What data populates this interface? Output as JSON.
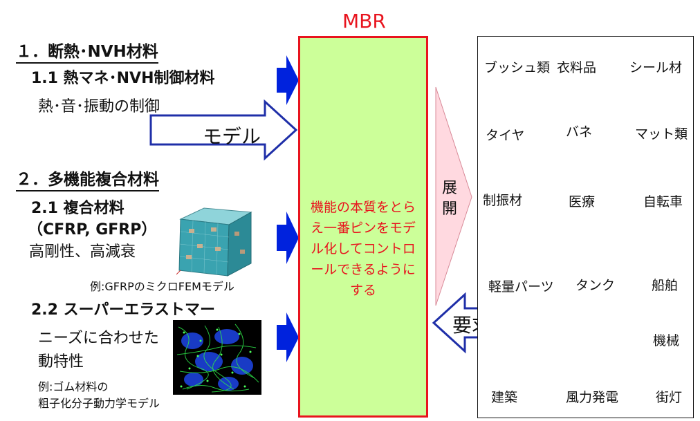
{
  "left": {
    "section1": {
      "heading": "１．断熱･NVH材料",
      "sub11_heading": "1.1 熱マネ･NVH制御材料",
      "sub11_text": "熱･音･振動の制御"
    },
    "section2": {
      "heading": "２．多機能複合材料",
      "sub21_heading": "2.1 複合材料",
      "sub21_paren": "（CFRP, GFRP）",
      "sub21_text": "高剛性、高減衰",
      "sub21_caption": "例:GFRPのミクロFEMモデル",
      "sub22_heading": "2.2 スーパーエラストマー",
      "sub22_text1": "ニーズに合わせた",
      "sub22_text2": "動特性",
      "sub22_caption1": "例:ゴム材料の",
      "sub22_caption2": "粗子化分子動力学モデル"
    }
  },
  "arrows": {
    "model_label": "モデル",
    "demand_label": "要求機能",
    "expand_label": "展開"
  },
  "mbr": {
    "title": "MBR",
    "body": "機能の本質をとらえ一番ピンをモデル化してコントロールできるようにする"
  },
  "applications": [
    "ブッシュ類",
    "衣料品",
    "シール材",
    "タイヤ",
    "バネ",
    "マット類",
    "制振材",
    "医療",
    "自転車",
    "軽量パーツ",
    "タンク",
    "船舶",
    "機械",
    "建築",
    "風力発電",
    "街灯"
  ],
  "colors": {
    "mbr_red": "#e8141e",
    "mbr_fill": "#ccff99",
    "arrow_blue": "#0022dd",
    "outline_blue": "#1f2fa8",
    "expand_fill": "#ffd9e0"
  }
}
